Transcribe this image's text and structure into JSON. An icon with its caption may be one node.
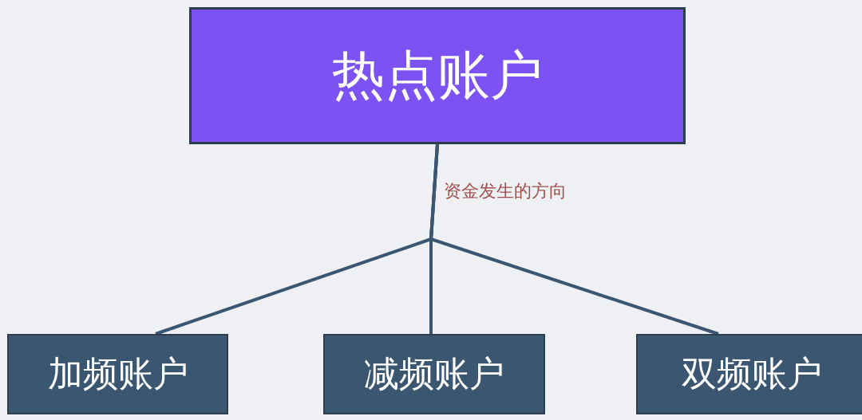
{
  "diagram": {
    "nodes": [
      {
        "text": [
          "热点账户"
        ]
      },
      {
        "text": [
          "加频账户"
        ]
      },
      {
        "text": [
          "减频账户"
        ]
      },
      {
        "text": [
          "双频账户"
        ]
      }
    ],
    "edges": [
      {
        "from": 0,
        "to": 1,
        "arrow": "none"
      },
      {
        "from": 0,
        "to": 2,
        "arrow": "none",
        "label": "资金发生的方向"
      },
      {
        "from": 0,
        "to": 3,
        "arrow": "none"
      }
    ]
  }
}
